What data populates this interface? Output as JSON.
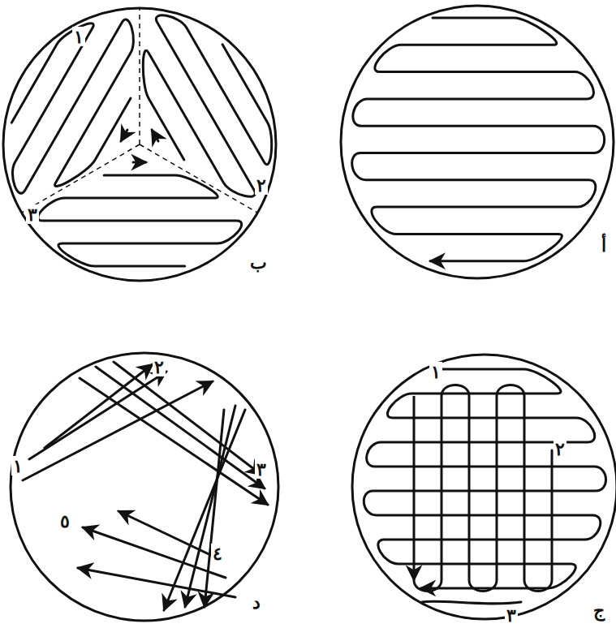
{
  "diagram": {
    "labels": [
      "ب",
      "١",
      "٢",
      "٣",
      "أ",
      "١",
      "٢",
      "٣",
      "٤",
      "٥",
      "د",
      "١",
      "٢",
      "٣",
      "ج"
    ]
  }
}
